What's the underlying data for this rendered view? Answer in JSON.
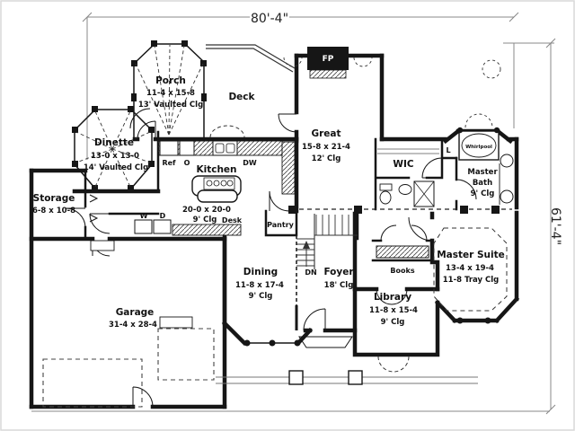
{
  "drawing": {
    "width_label": "80'-4\"",
    "height_label": "61'-4\""
  },
  "rooms": {
    "porch": {
      "name": "Porch",
      "dims": "11-4 x 15-8",
      "ceiling": "13' Vaulted Clg"
    },
    "deck": {
      "name": "Deck"
    },
    "dinette": {
      "name": "Dinette",
      "dims": "13-0 x 13-0",
      "ceiling": "14' Vaulted Clg"
    },
    "storage": {
      "name": "Storage",
      "dims": "6-8 x 10-8"
    },
    "kitchen": {
      "name": "Kitchen",
      "dims": "20-0 x 20-0",
      "ceiling": "9' Clg"
    },
    "great": {
      "name": "Great",
      "dims": "15-8 x 21-4",
      "ceiling": "12' Clg"
    },
    "wic": {
      "name": "WIC"
    },
    "master_bath": {
      "name_line1": "Master",
      "name_line2": "Bath",
      "ceiling": "9' Clg"
    },
    "garage": {
      "name": "Garage",
      "dims": "31-4 x 28-4"
    },
    "dining": {
      "name": "Dining",
      "dims": "11-8 x 17-4",
      "ceiling": "9' Clg"
    },
    "foyer": {
      "name": "Foyer",
      "ceiling": "18' Clg"
    },
    "library": {
      "name": "Library",
      "dims": "11-8 x 15-4",
      "ceiling": "9' Clg"
    },
    "master_suite": {
      "name": "Master Suite",
      "dims": "13-4 x 19-4",
      "ceiling": "11-8 Tray Clg"
    }
  },
  "fixtures": {
    "fireplace": "FP",
    "refrigerator": "Ref",
    "oven": "O",
    "dishwasher": "DW",
    "desk": "Desk",
    "pantry": "Pantry",
    "washer": "W",
    "dryer": "D",
    "stairs_down": "DN",
    "books": "Books",
    "whirlpool": "Whirlpool",
    "linen": "L"
  },
  "colors": {
    "wall": "#161616",
    "thin_line": "#333333",
    "dimension_line": "#888888",
    "background": "#ffffff"
  }
}
